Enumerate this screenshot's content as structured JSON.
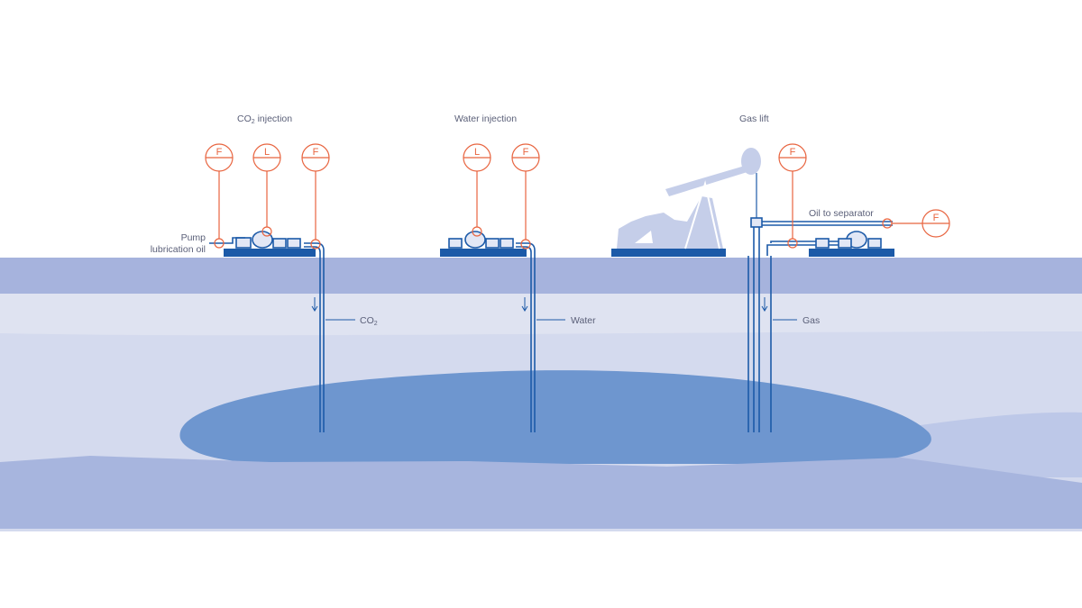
{
  "systems": {
    "co2": {
      "title_main": "CO",
      "title_sub": "2",
      "title_rest": " injection",
      "flow_main": "CO",
      "flow_sub": "2"
    },
    "water": {
      "title": "Water injection",
      "flow": "Water"
    },
    "gas": {
      "title": "Gas lift",
      "flow": "Gas"
    }
  },
  "labels": {
    "pump_line1": "Pump",
    "pump_line2": "lubrication oil",
    "oil_to_separator": "Oil to separator"
  },
  "instruments": {
    "co2_f1": "F",
    "co2_l": "L",
    "co2_f2": "F",
    "water_l": "L",
    "water_f": "F",
    "gas_f1": "F",
    "gas_f2": "F"
  },
  "colors": {
    "sky": "#ffffff",
    "ground_top": "#a6b3dd",
    "ground_mid": "#dfe3f1",
    "ground_lower": "#d4daee",
    "reservoir": "#6e96cf",
    "deep_layer": "#a7b5de",
    "equipment": "#1c5aa8",
    "pumpjack": "#c5cee9",
    "instrument": "#e8643f",
    "text": "#5a5f78"
  }
}
